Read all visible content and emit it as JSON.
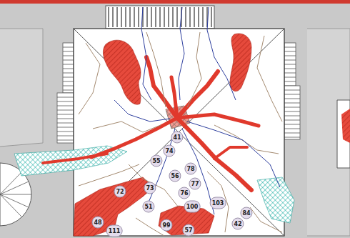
{
  "diagram": {
    "labels": [
      "41",
      "74",
      "55",
      "56",
      "78",
      "77",
      "76",
      "72",
      "73",
      "51",
      "100",
      "103",
      "84",
      "42",
      "48",
      "111",
      "99",
      "57"
    ]
  }
}
